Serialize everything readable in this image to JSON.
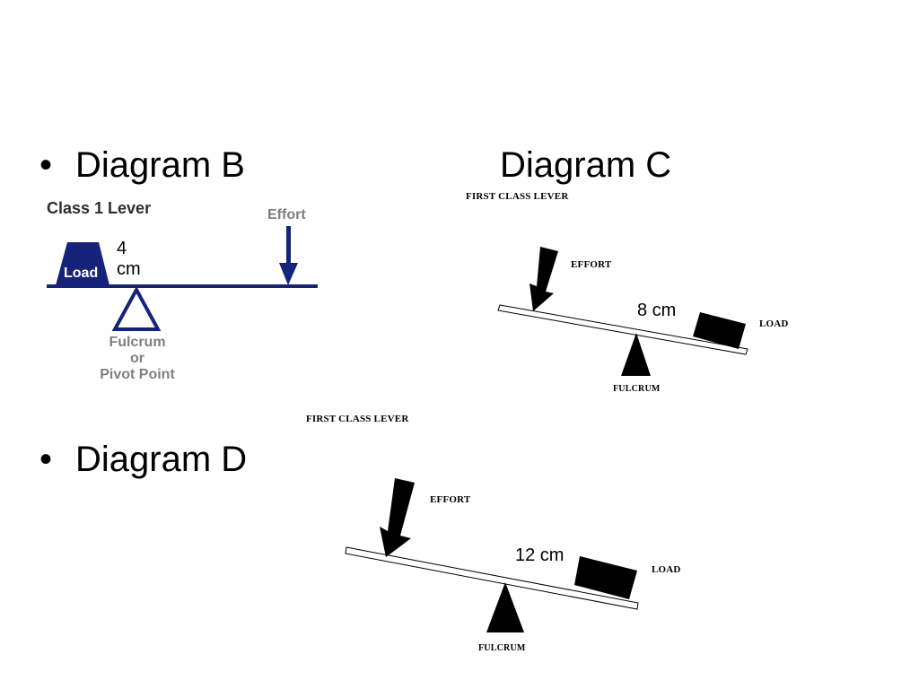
{
  "slide": {
    "bullet_char": "•",
    "headings": {
      "diagram_b": "Diagram B",
      "diagram_c": "Diagram C",
      "diagram_d": "Diagram D"
    }
  },
  "diagram_b": {
    "title": "Class 1 Lever",
    "load_label": "Load",
    "effort_label": "Effort",
    "fulcrum_label_line1": "Fulcrum",
    "fulcrum_label_line2": "or",
    "fulcrum_label_line3": "Pivot Point",
    "distance_line1": "4",
    "distance_line2": "cm",
    "color": "#15237a"
  },
  "diagram_c": {
    "caption": "FIRST CLASS LEVER",
    "effort_label": "EFFORT",
    "load_label": "LOAD",
    "fulcrum_label": "FULCRUM",
    "distance": "8 cm"
  },
  "diagram_d": {
    "caption": "FIRST CLASS LEVER",
    "effort_label": "EFFORT",
    "load_label": "LOAD",
    "fulcrum_label": "FULCRUM",
    "distance": "12 cm"
  }
}
